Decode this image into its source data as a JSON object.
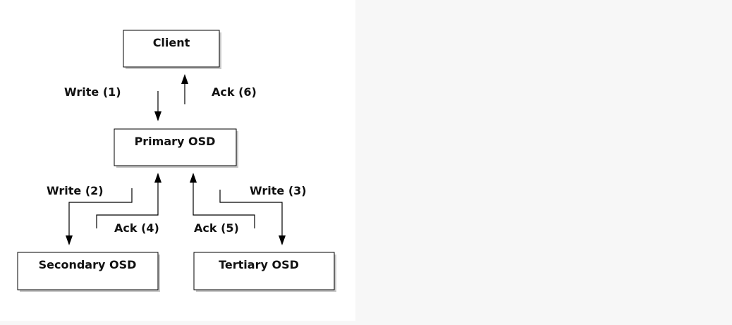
{
  "diagram": {
    "nodes": {
      "client": "Client",
      "primary": "Primary OSD",
      "secondary": "Secondary OSD",
      "tertiary": "Tertiary OSD"
    },
    "edges": {
      "write1": "Write (1)",
      "ack6": "Ack (6)",
      "write2": "Write (2)",
      "ack4": "Ack (4)",
      "ack5": "Ack (5)",
      "write3": "Write (3)"
    }
  }
}
